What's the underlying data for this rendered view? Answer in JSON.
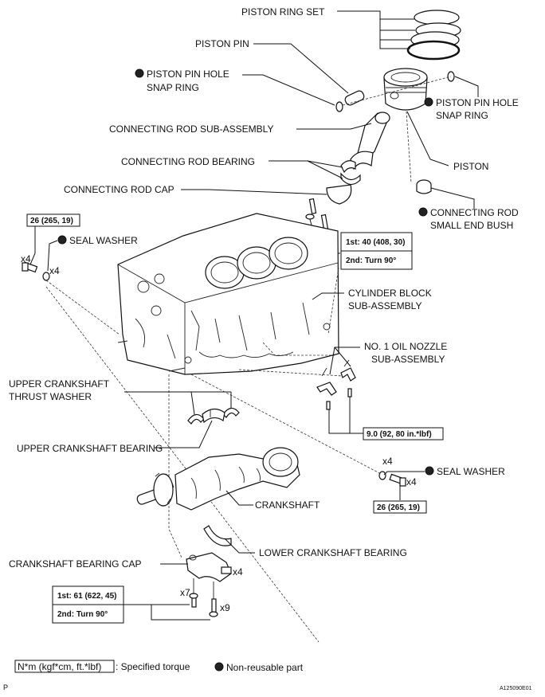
{
  "labels": {
    "piston_ring_set": "PISTON RING SET",
    "piston_pin": "PISTON PIN",
    "snap_ring_left_1": "PISTON PIN HOLE",
    "snap_ring_left_2": "SNAP RING",
    "snap_ring_right_1": "PISTON PIN HOLE",
    "snap_ring_right_2": "SNAP RING",
    "conrod_sub": "CONNECTING ROD SUB-ASSEMBLY",
    "conrod_bearing": "CONNECTING ROD BEARING",
    "piston": "PISTON",
    "conrod_cap": "CONNECTING ROD CAP",
    "small_end_bush_1": "CONNECTING ROD",
    "small_end_bush_2": "SMALL END BUSH",
    "seal_washer_top": "SEAL WASHER",
    "cyl_block_1": "CYLINDER BLOCK",
    "cyl_block_2": "SUB-ASSEMBLY",
    "oil_nozzle_1": "NO. 1 OIL NOZZLE",
    "oil_nozzle_2": "SUB-ASSEMBLY",
    "upper_thrust_1": "UPPER CRANKSHAFT",
    "upper_thrust_2": "THRUST WASHER",
    "upper_bearing": "UPPER CRANKSHAFT BEARING",
    "seal_washer_right": "SEAL WASHER",
    "crankshaft": "CRANKSHAFT",
    "lower_bearing": "LOWER CRANKSHAFT BEARING",
    "bearing_cap": "CRANKSHAFT BEARING CAP"
  },
  "torques": {
    "top_left": "26 (265, 19)",
    "conrod_line1": "1st: 40 (408, 30)",
    "conrod_line2": "2nd: Turn 90°",
    "oil_nozzle": "9.0 (92, 80 in.*lbf)",
    "right": "26 (265, 19)",
    "cap_line1": "1st: 61 (622, 45)",
    "cap_line2": "2nd: Turn 90°"
  },
  "quantities": {
    "top_bolt": "x4",
    "top_washer": "x4",
    "right_washer": "x4",
    "right_bolt": "x4",
    "cap": "x4",
    "cap_bolt_7": "x7",
    "cap_bolt_9": "x9"
  },
  "legend": {
    "torque_units": "N*m (kgf*cm, ft.*lbf)",
    "torque_desc": ": Specified torque",
    "non_reusable": "Non-reusable part"
  },
  "footer": {
    "left_code": "P",
    "figure_id": "A125090E01"
  },
  "colors": {
    "ink": "#111111",
    "background": "#ffffff"
  }
}
